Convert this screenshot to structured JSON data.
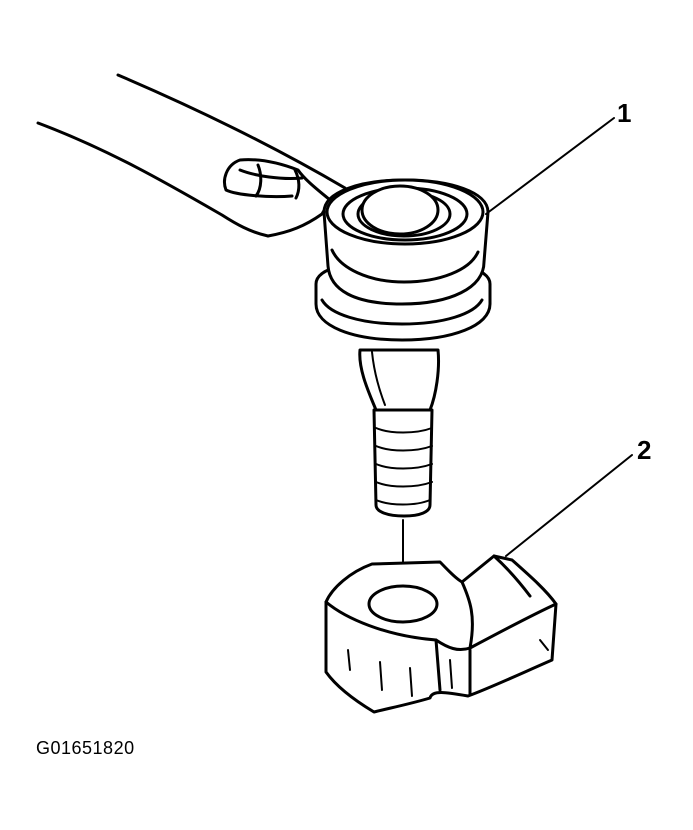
{
  "callouts": [
    {
      "label": "1"
    },
    {
      "label": "2"
    }
  ],
  "figure_code": "G01651820",
  "colors": {
    "ink": "#000000",
    "background": "#ffffff"
  }
}
